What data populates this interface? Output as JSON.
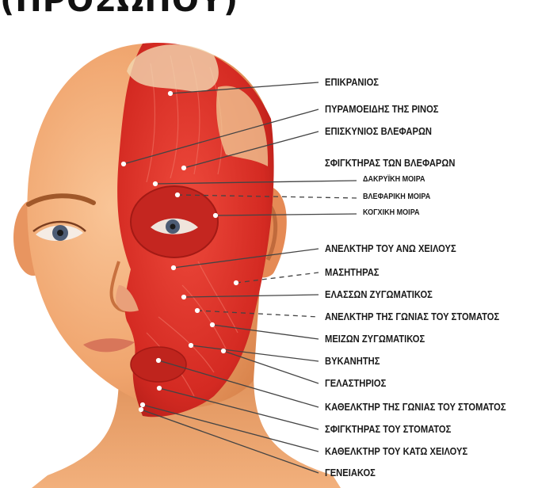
{
  "title": "(ΠΡΟΣΩΠΟΥ)",
  "labels": [
    "ΕΠΙΚΡΑΝΙΟΣ",
    "ΠΥΡΑΜΟΕΙΔΗΣ ΤΗΣ ΡΙΝΟΣ",
    "ΕΠΙΣΚΥΝΙΟΣ ΒΛΕΦΑΡΩΝ",
    "ΣΦΙΓΚΤΗΡΑΣ ΤΩΝ ΒΛΕΦΑΡΩΝ",
    "ΔΑΚΡΥΪΚΗ ΜΟΙΡΑ",
    "ΒΛΕΦΑΡΙΚΗ ΜΟΙΡΑ",
    "ΚΟΓΧΙΚΗ ΜΟΙΡΑ",
    "ΑΝΕΛΚΤΗΡ ΤΟΥ ΑΝΩ ΧΕΙΛΟΥΣ",
    "ΜΑΣΗΤΗΡΑΣ",
    "ΕΛΑΣΣΩΝ ΖΥΓΩΜΑΤΙΚΟΣ",
    "ΑΝΕΛΚΤΗΡ ΤΗΣ ΓΩΝΙΑΣ ΤΟΥ ΣΤΟΜΑΤΟΣ",
    "ΜΕΙΖΩΝ ΖΥΓΩΜΑΤΙΚΟΣ",
    "ΒΥΚΑΝΗΤΗΣ",
    "ΓΕΛΑΣΤΗΡΙΟΣ",
    "ΚΑΘΕΛΚΤΗΡ ΤΗΣ ΓΩΝΙΑΣ ΤΟΥ ΣΤΟΜΑΤΟΣ",
    "ΣΦΙΓΚΤΗΡΑΣ ΤΟΥ ΣΤΟΜΑΤΟΣ",
    "ΚΑΘΕΛΚΤΗΡ ΤΟΥ ΚΑΤΩ ΧΕΙΛΟΥΣ",
    "ΓΕΝΕΙΑΚΟΣ"
  ],
  "colors": {
    "skin": "#f0a56e",
    "muscle": "#d42a22",
    "line": "#444444"
  }
}
